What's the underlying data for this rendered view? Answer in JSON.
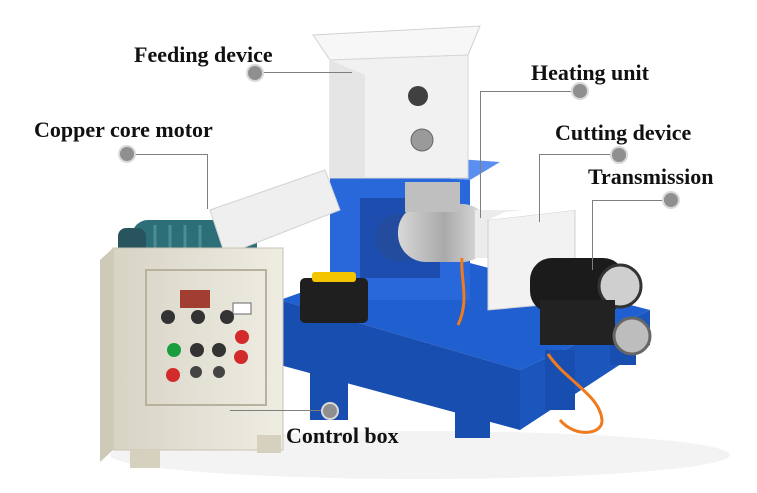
{
  "image": {
    "subject": "feed-pellet-extruder-machine"
  },
  "labels": {
    "feeding_device": "Feeding device",
    "copper_core_motor": "Copper core motor",
    "heating_unit": "Heating unit",
    "cutting_device": "Cutting device",
    "transmission": "Transmission",
    "control_box": "Control box"
  },
  "colors": {
    "frame_blue": "#1f5fcf",
    "cabinet_beige": "#e8e5d6",
    "hopper_white": "#f2f2f2",
    "motor_teal": "#2d6f78",
    "hose_orange": "#f07a1e",
    "metal_gray": "#b7b7b7",
    "dot_gray": "#8f8f8f"
  }
}
